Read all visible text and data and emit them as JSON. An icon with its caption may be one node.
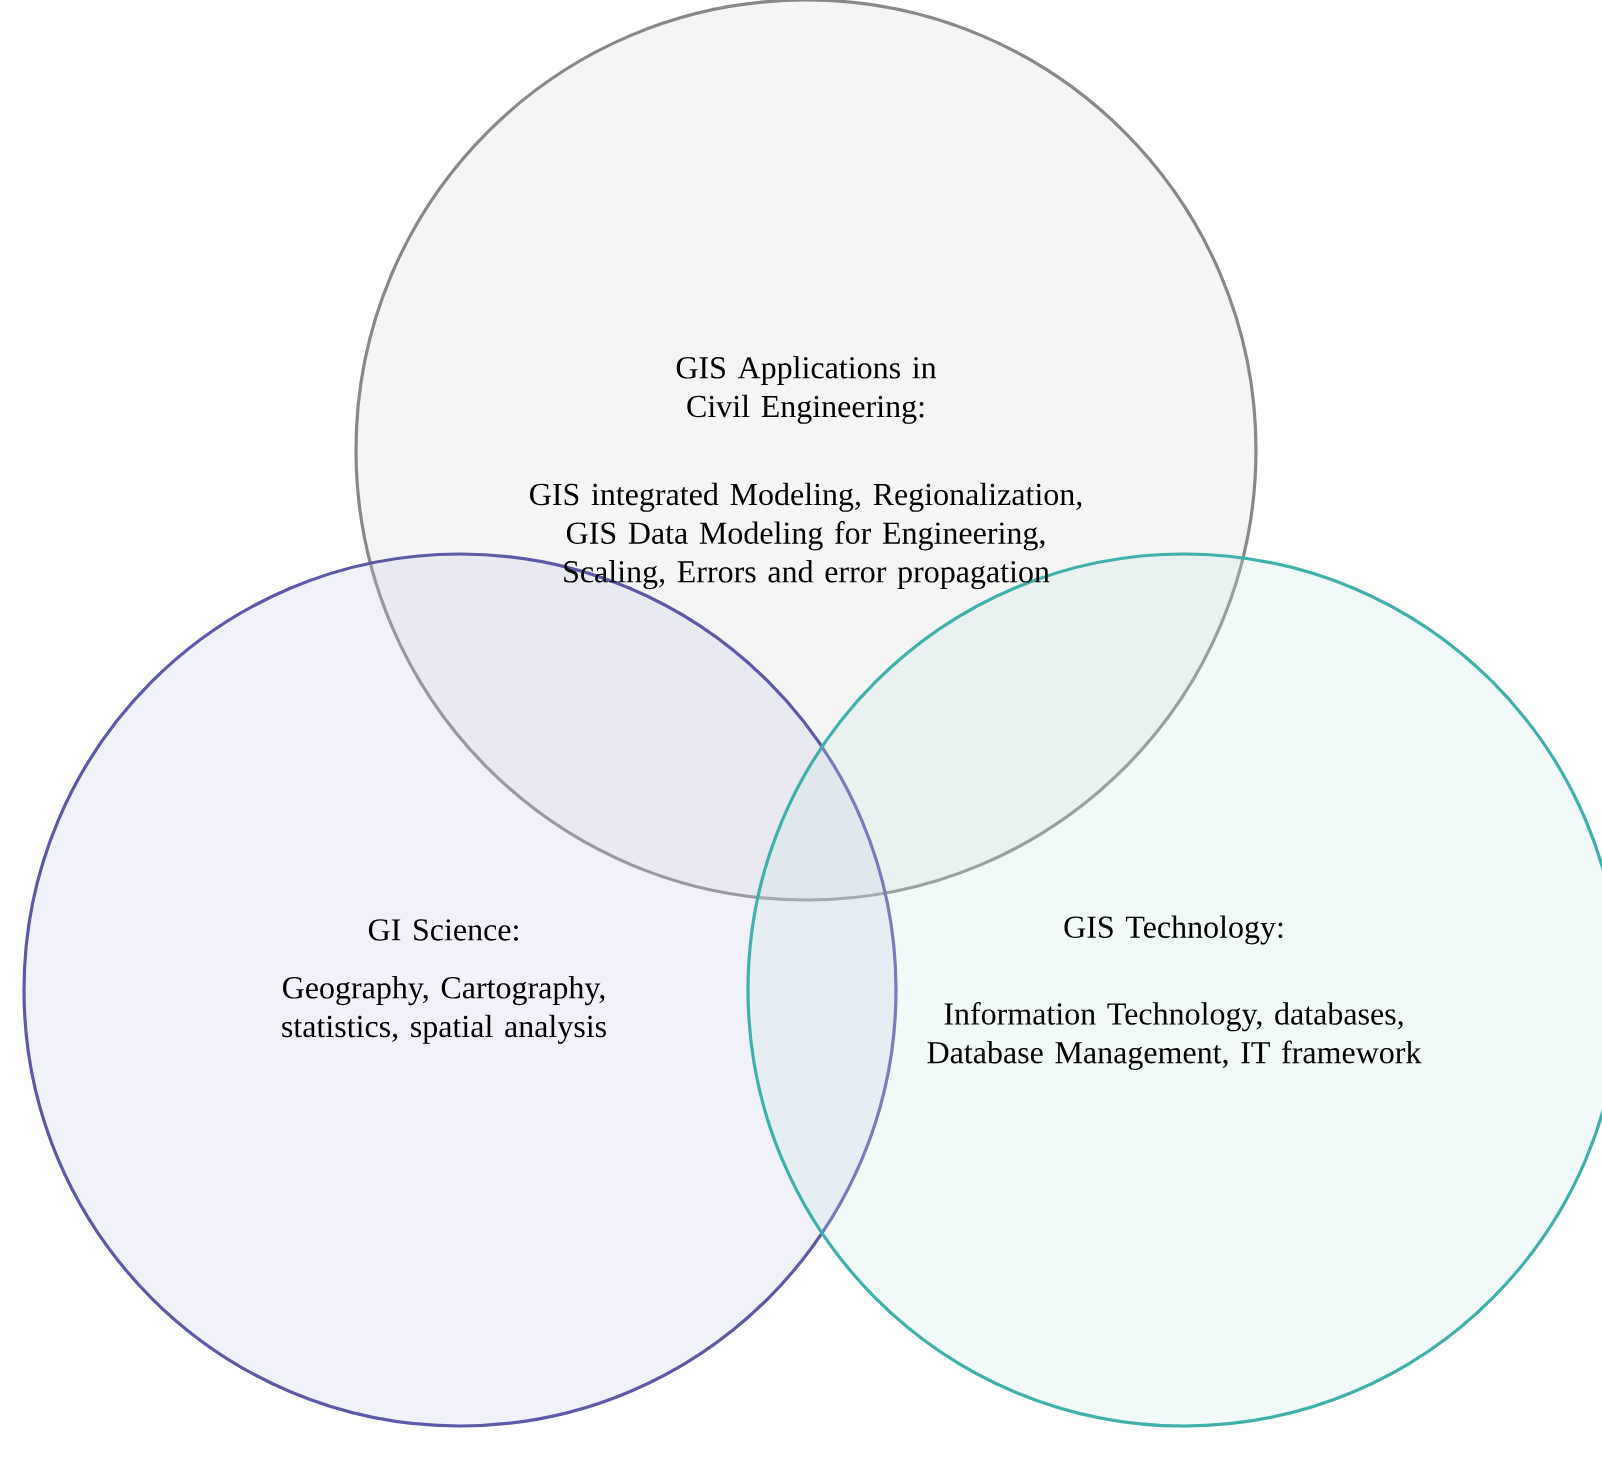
{
  "diagram": {
    "nodes": [
      {
        "text": [
          "GIS Applications in Civil Engineering:",
          "GIS integrated Modeling, Regionalization, GIS Data Modeling for Engineering, Scaling, Errors and error propagation"
        ]
      },
      {
        "text": [
          "GI Science:",
          "Geography, Cartography, statistics, spatial analysis"
        ]
      },
      {
        "text": [
          "GIS Technology:",
          "Information Technology, databases, Database Management, IT framework"
        ]
      }
    ]
  }
}
